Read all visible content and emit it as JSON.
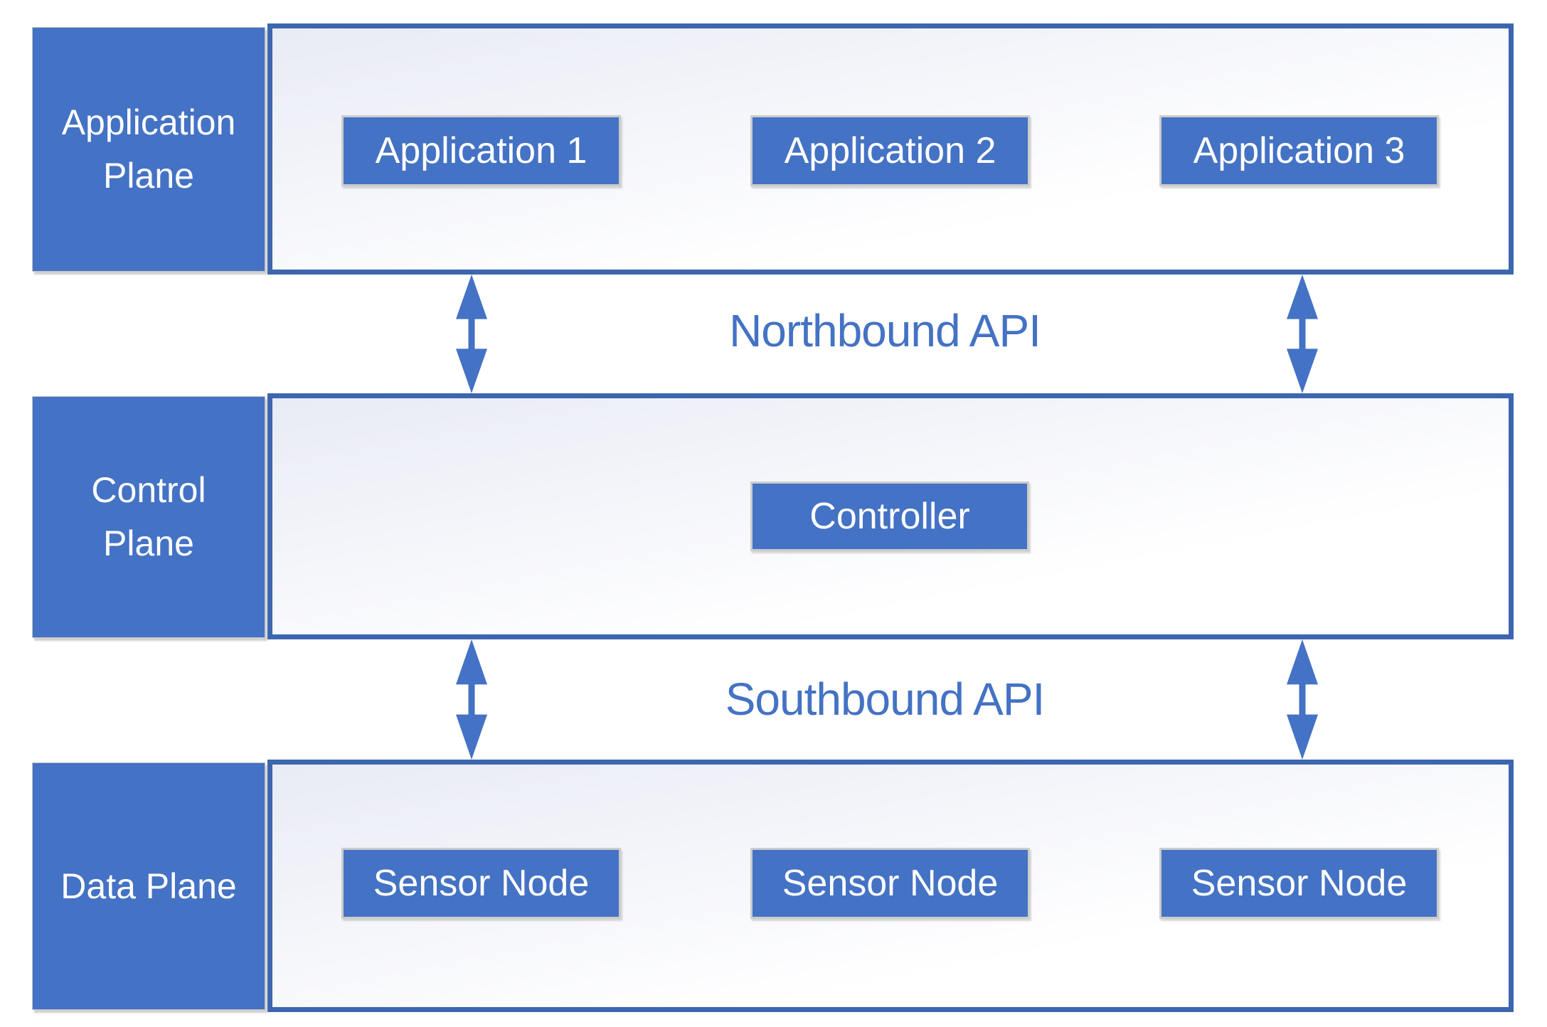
{
  "diagram": {
    "planes": [
      {
        "name": "Application Plane",
        "label_lines": [
          "Application",
          "Plane"
        ],
        "nodes": [
          "Application 1",
          "Application 2",
          "Application 3"
        ]
      },
      {
        "name": "Control Plane",
        "label_lines": [
          "Control",
          "Plane"
        ],
        "nodes": [
          "Controller"
        ]
      },
      {
        "name": "Data Plane",
        "label_lines": [
          "Data Plane"
        ],
        "nodes": [
          "Sensor Node",
          "Sensor Node",
          "Sensor Node"
        ]
      }
    ],
    "apis": [
      {
        "label": "Northbound API"
      },
      {
        "label": "Southbound API"
      }
    ]
  },
  "colors": {
    "accent": "#4472C4",
    "container-border": "#3C66B0",
    "container-fill-start": "#E9EBF5",
    "container-fill-end": "#FFFFFF",
    "node-border": "#CCCCCC",
    "label-border": "#C2C2C2",
    "api-text": "#4472C4",
    "node-text": "#FFFFFF",
    "background": "#FFFFFF"
  }
}
